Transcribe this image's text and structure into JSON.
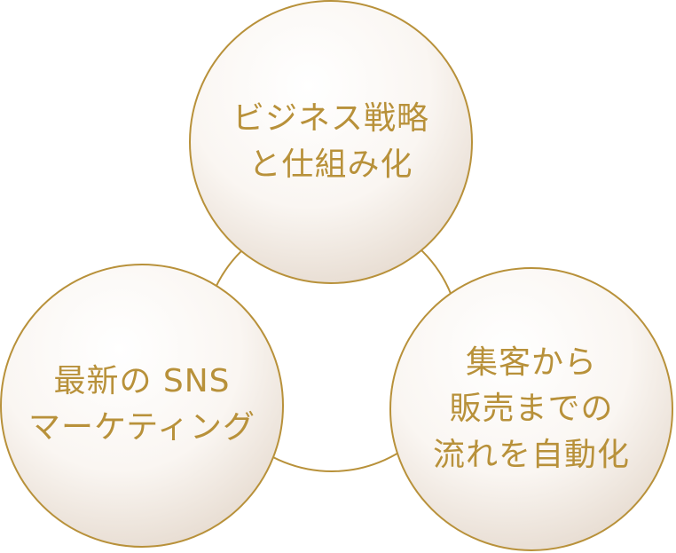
{
  "colors": {
    "stroke": "#b8913a",
    "text": "#b8913a",
    "fill_light": "#ffffff",
    "fill_shade": "#e4d8cc"
  },
  "nodes": [
    {
      "id": "top",
      "lines": [
        "ビジネス戦略",
        "と仕組み化"
      ]
    },
    {
      "id": "left",
      "lines": [
        "最新の SNS",
        "マーケティング"
      ]
    },
    {
      "id": "right",
      "lines": [
        "集客から",
        "販売までの",
        "流れを自動化"
      ]
    }
  ]
}
